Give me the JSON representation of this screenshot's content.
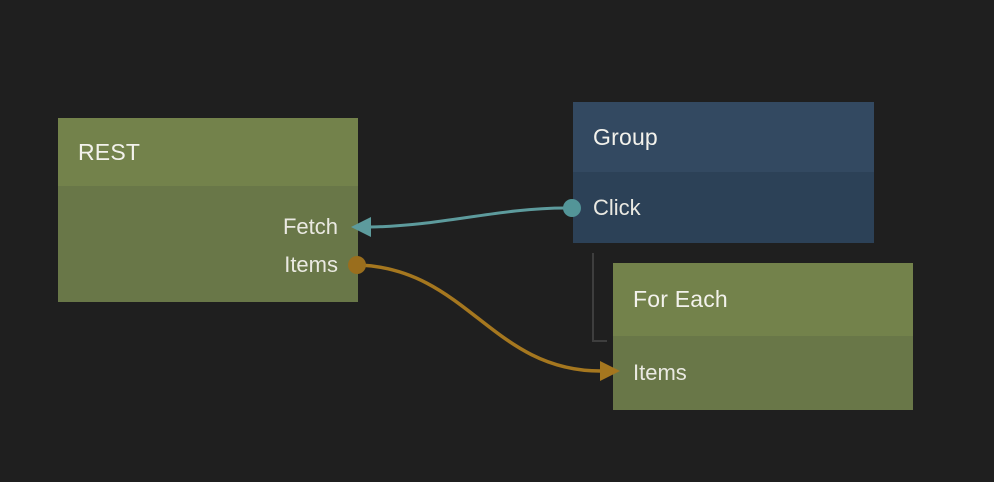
{
  "editor": {
    "background_color": "#1f1f1f",
    "group_child_link_color": "#3e3e3e"
  },
  "nodes": [
    {
      "id": "rest",
      "title": "REST",
      "header_color": "#73824b",
      "body_color": "#697748",
      "ports": [
        {
          "label": "Fetch",
          "side": "right",
          "connector": "arrowhead-in"
        },
        {
          "label": "Items",
          "side": "right",
          "connector": "dot-out"
        }
      ]
    },
    {
      "id": "group",
      "title": "Group",
      "header_color": "#334961",
      "body_color": "#2c4157",
      "ports": [
        {
          "label": "Click",
          "side": "left",
          "connector": "dot-out"
        }
      ]
    },
    {
      "id": "foreach",
      "title": "For Each",
      "header_color": "#73824b",
      "body_color": "#697748",
      "ports": [
        {
          "label": "Items",
          "side": "left",
          "connector": "arrowhead-in"
        }
      ]
    }
  ],
  "connections": [
    {
      "from": "Group.Click",
      "to": "REST.Fetch",
      "color": "#5d9b9d"
    },
    {
      "from": "REST.Items",
      "to": "For Each.Items",
      "color": "#a5771f"
    }
  ],
  "group_link": {
    "from": "Group",
    "to": "For Each",
    "color": "#3e3e3e"
  }
}
